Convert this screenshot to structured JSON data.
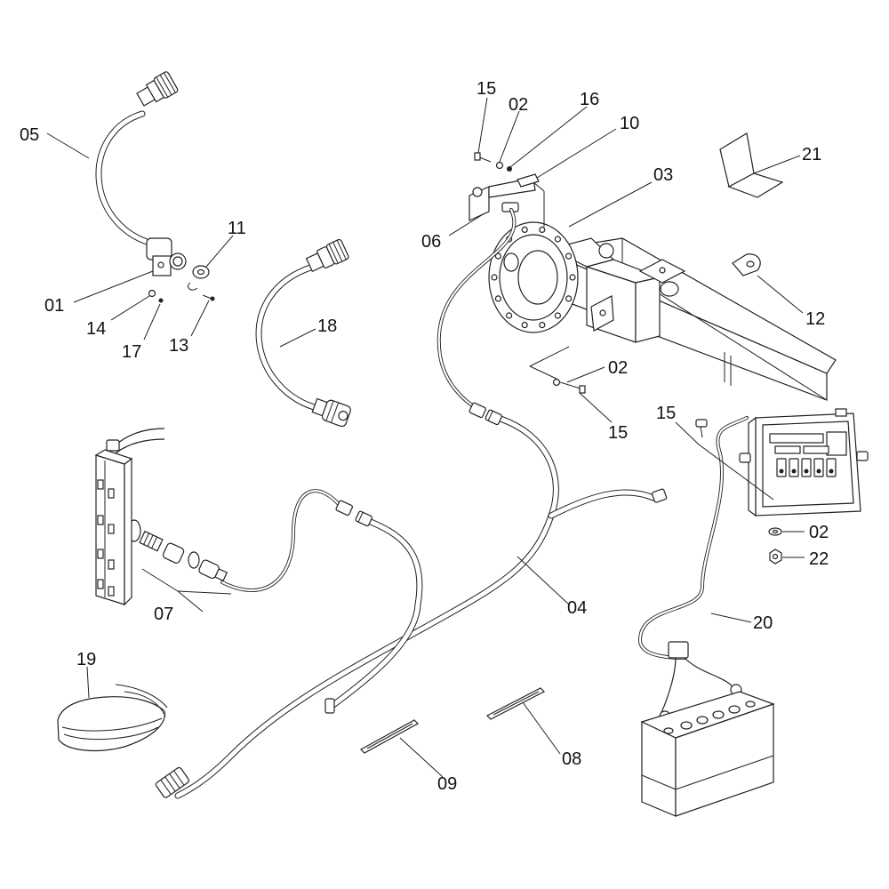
{
  "labels": [
    {
      "id": "05-a",
      "text": "05"
    },
    {
      "id": "15-a",
      "text": "15"
    },
    {
      "id": "02-a",
      "text": "02"
    },
    {
      "id": "16",
      "text": "16"
    },
    {
      "id": "10",
      "text": "10"
    },
    {
      "id": "03",
      "text": "03"
    },
    {
      "id": "21",
      "text": "21"
    },
    {
      "id": "11",
      "text": "11"
    },
    {
      "id": "06",
      "text": "06"
    },
    {
      "id": "18",
      "text": "18"
    },
    {
      "id": "12",
      "text": "12"
    },
    {
      "id": "01",
      "text": "01"
    },
    {
      "id": "14",
      "text": "14"
    },
    {
      "id": "17",
      "text": "17"
    },
    {
      "id": "13",
      "text": "13"
    },
    {
      "id": "02-b",
      "text": "02"
    },
    {
      "id": "15-b",
      "text": "15"
    },
    {
      "id": "15-c",
      "text": "15"
    },
    {
      "id": "02-c",
      "text": "02"
    },
    {
      "id": "22",
      "text": "22"
    },
    {
      "id": "07",
      "text": "07"
    },
    {
      "id": "04",
      "text": "04"
    },
    {
      "id": "20",
      "text": "20"
    },
    {
      "id": "19",
      "text": "19"
    },
    {
      "id": "08",
      "text": "08"
    },
    {
      "id": "09",
      "text": "09"
    }
  ]
}
